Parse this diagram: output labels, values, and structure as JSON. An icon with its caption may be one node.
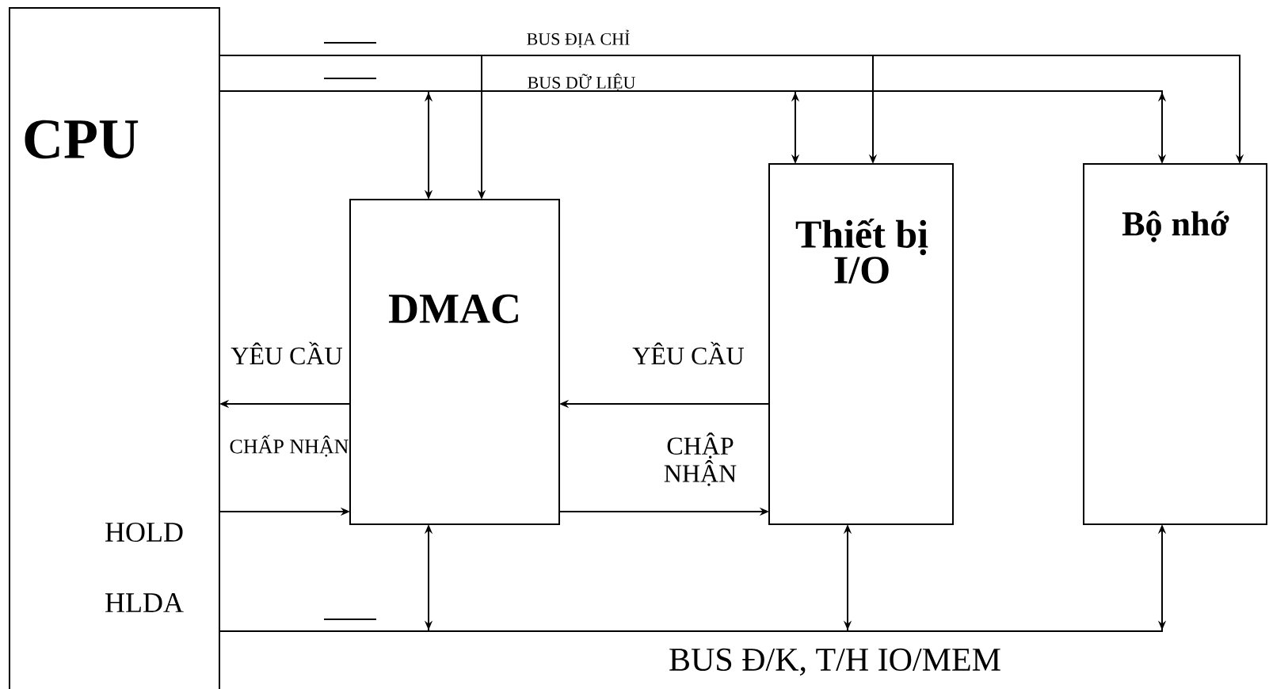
{
  "diagram": {
    "nodes": [
      {
        "text": [
          "CPU",
          "HOLD",
          "HLDA"
        ]
      },
      {
        "text": [
          "DMAC"
        ]
      },
      {
        "text": [
          "Thiết bị I/O"
        ]
      },
      {
        "text": [
          "Bộ nhớ"
        ]
      }
    ],
    "edges": [
      {
        "from": 1,
        "to": 0,
        "arrow": "to",
        "label": "YÊU CẦU"
      },
      {
        "from": 0,
        "to": 1,
        "arrow": "to",
        "label": "CHẤP NHẬN"
      },
      {
        "from": 2,
        "to": 1,
        "arrow": "to",
        "label": "YÊU CẦU"
      },
      {
        "from": 1,
        "to": 2,
        "arrow": "to",
        "label": "CHẬP NHẬN"
      },
      {
        "from": 0,
        "to": 1,
        "arrow": "to"
      },
      {
        "from": 0,
        "to": 2,
        "arrow": "to"
      },
      {
        "from": 0,
        "to": 3,
        "arrow": "to"
      },
      {
        "from": 0,
        "to": 1,
        "arrow": "to"
      },
      {
        "from": 0,
        "to": 2,
        "arrow": "to"
      },
      {
        "from": 0,
        "to": 3,
        "arrow": "to"
      },
      {
        "from": 0,
        "to": 1,
        "arrow": "to"
      },
      {
        "from": 0,
        "to": 2,
        "arrow": "to"
      },
      {
        "from": 0,
        "to": 3,
        "arrow": "to"
      }
    ],
    "labels": [
      "BUS ĐỊA CHỈ",
      "BUS DỮ LIỆU",
      "BUS Đ/K, T/H IO/MEM"
    ]
  }
}
